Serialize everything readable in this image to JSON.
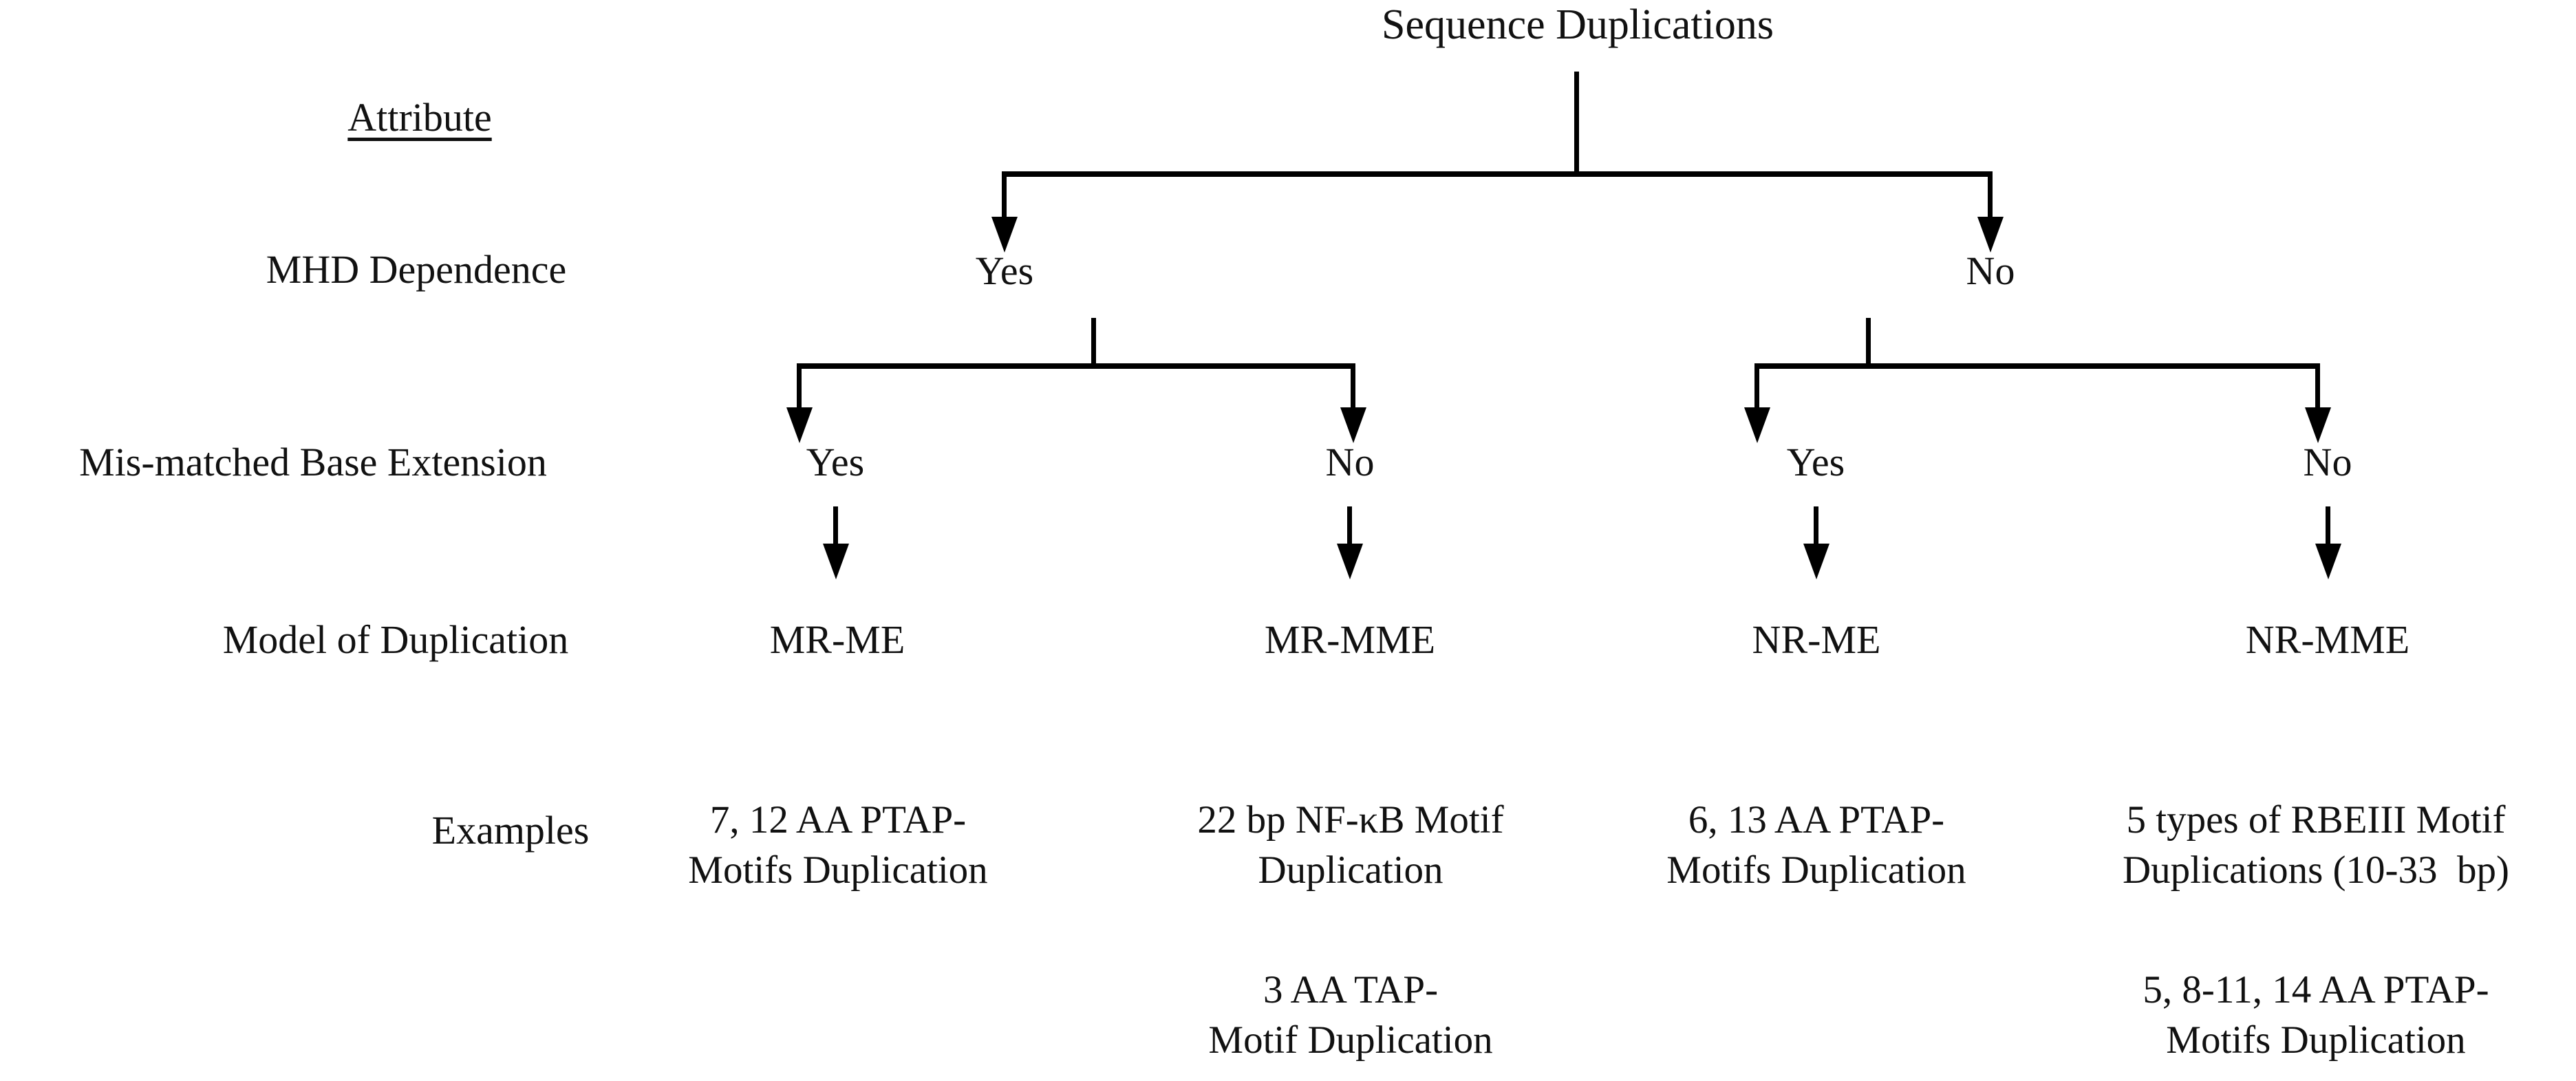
{
  "diagram": {
    "root": {
      "label": "Sequence Duplications"
    },
    "attribute_header": "Attribute",
    "row_labels": [
      "MHD Dependence",
      "Mis-matched Base Extension",
      "Model of Duplication",
      "Examples"
    ],
    "level1": [
      {
        "label": "Yes"
      },
      {
        "label": "No"
      }
    ],
    "level2": [
      {
        "label": "Yes"
      },
      {
        "label": "No"
      },
      {
        "label": "Yes"
      },
      {
        "label": "No"
      }
    ],
    "models": [
      "MR-ME",
      "MR-MME",
      "NR-ME",
      "NR-MME"
    ],
    "examples": [
      {
        "entries": [
          {
            "line1": "7, 12 AA PTAP-",
            "line2": "Motifs Duplication"
          }
        ]
      },
      {
        "entries": [
          {
            "line1": "22 bp NF-κB Motif",
            "line2": "Duplication"
          },
          {
            "line1": "3 AA TAP-",
            "line2": "Motif Duplication"
          }
        ]
      },
      {
        "entries": [
          {
            "line1": "6, 13 AA PTAP-",
            "line2": "Motifs Duplication"
          }
        ]
      },
      {
        "entries": [
          {
            "line1": "5 types of RBEIII Motif",
            "line2": "Duplications (10-33  bp)"
          },
          {
            "line1": "5, 8-11, 14 AA PTAP-",
            "line2": "Motifs Duplication"
          }
        ]
      }
    ],
    "colors": {
      "ink": "#111111",
      "connector": "#000000",
      "background": "#ffffff"
    }
  }
}
